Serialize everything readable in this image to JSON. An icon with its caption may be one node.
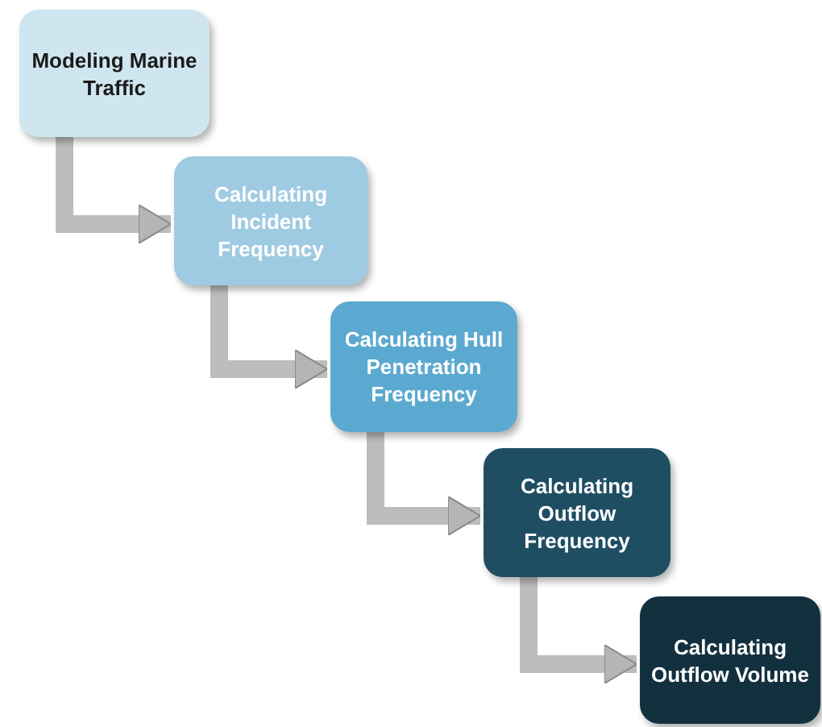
{
  "diagram": {
    "nodes": [
      {
        "text": [
          "Modeling Marine Traffic"
        ]
      },
      {
        "text": [
          "Calculating Incident Frequency"
        ]
      },
      {
        "text": [
          "Calculating Hull Penetration Frequency"
        ]
      },
      {
        "text": [
          "Calculating Outflow Frequency"
        ]
      },
      {
        "text": [
          "Calculating Outflow Volume"
        ]
      }
    ],
    "edges": [
      {
        "from": 0,
        "to": 1,
        "arrow": "to"
      },
      {
        "from": 1,
        "to": 2,
        "arrow": "to"
      },
      {
        "from": 2,
        "to": 3,
        "arrow": "to"
      },
      {
        "from": 3,
        "to": 4,
        "arrow": "to"
      }
    ]
  }
}
